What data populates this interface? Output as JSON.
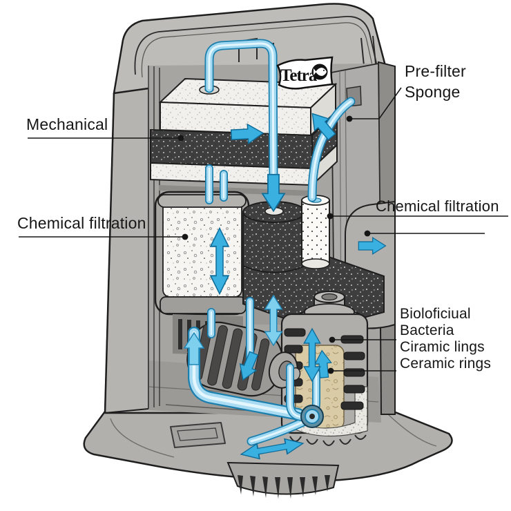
{
  "meta": {
    "title": "Aquarium internal filter cutaway diagram"
  },
  "brand": {
    "name": "Tetra"
  },
  "labels": {
    "mechanical": {
      "text": "Mechanical"
    },
    "chemical_left": {
      "text": "Chemical filtration"
    },
    "prefilter": {
      "line1": "Pre-filter",
      "line2": "Sponge"
    },
    "chemical_right": {
      "text": "Chemical filtration"
    },
    "bio": {
      "line1": "Bioloficiual",
      "line2": "Bacteria",
      "line3": "Ciramic lings",
      "line4": "Ceramic rings"
    }
  },
  "colors": {
    "flow_blue": "#39b0e0",
    "tube_light": "#9fd8f0",
    "body_gray": "#b4b2af",
    "dark_sponge": "#3e3e3e",
    "ceramic_tan": "#d8cba5",
    "outline": "#1e1e1e",
    "label_text": "#161616"
  }
}
